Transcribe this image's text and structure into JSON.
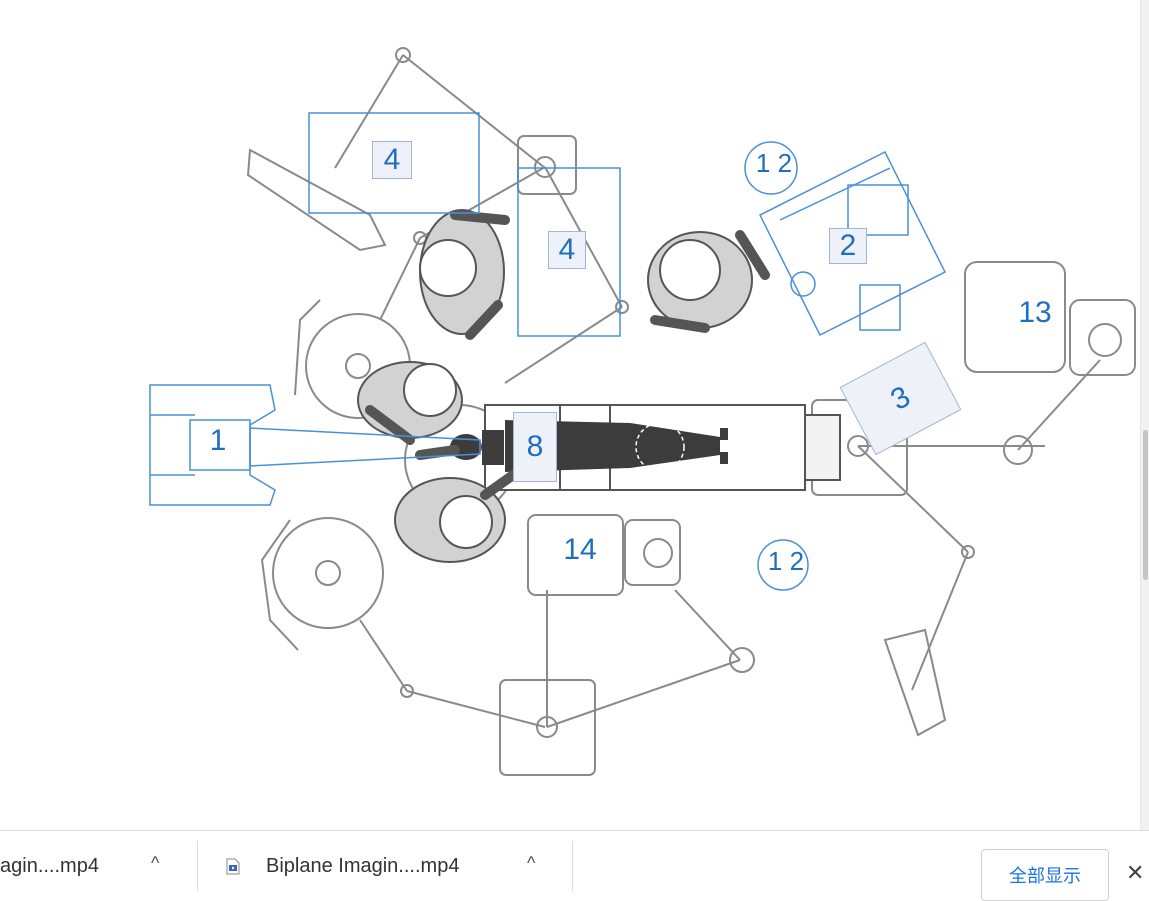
{
  "diagram": {
    "labels": {
      "l1": "1",
      "l2": "2",
      "l3": "3",
      "l4a": "4",
      "l4b": "4",
      "l8": "8",
      "l13": "13",
      "l14": "14",
      "l12a": "1 2",
      "l12b": "1 2"
    }
  },
  "download_shelf": {
    "item1_name": "agin....mp4",
    "item2_name": "Biplane Imagin....mp4",
    "caret": "^",
    "show_all_label": "全部显示",
    "close_glyph": "✕"
  },
  "colors": {
    "accent_blue": "#1f6fc0",
    "equipment_gray": "#8a8a8a",
    "button_text": "#1a73e8"
  }
}
